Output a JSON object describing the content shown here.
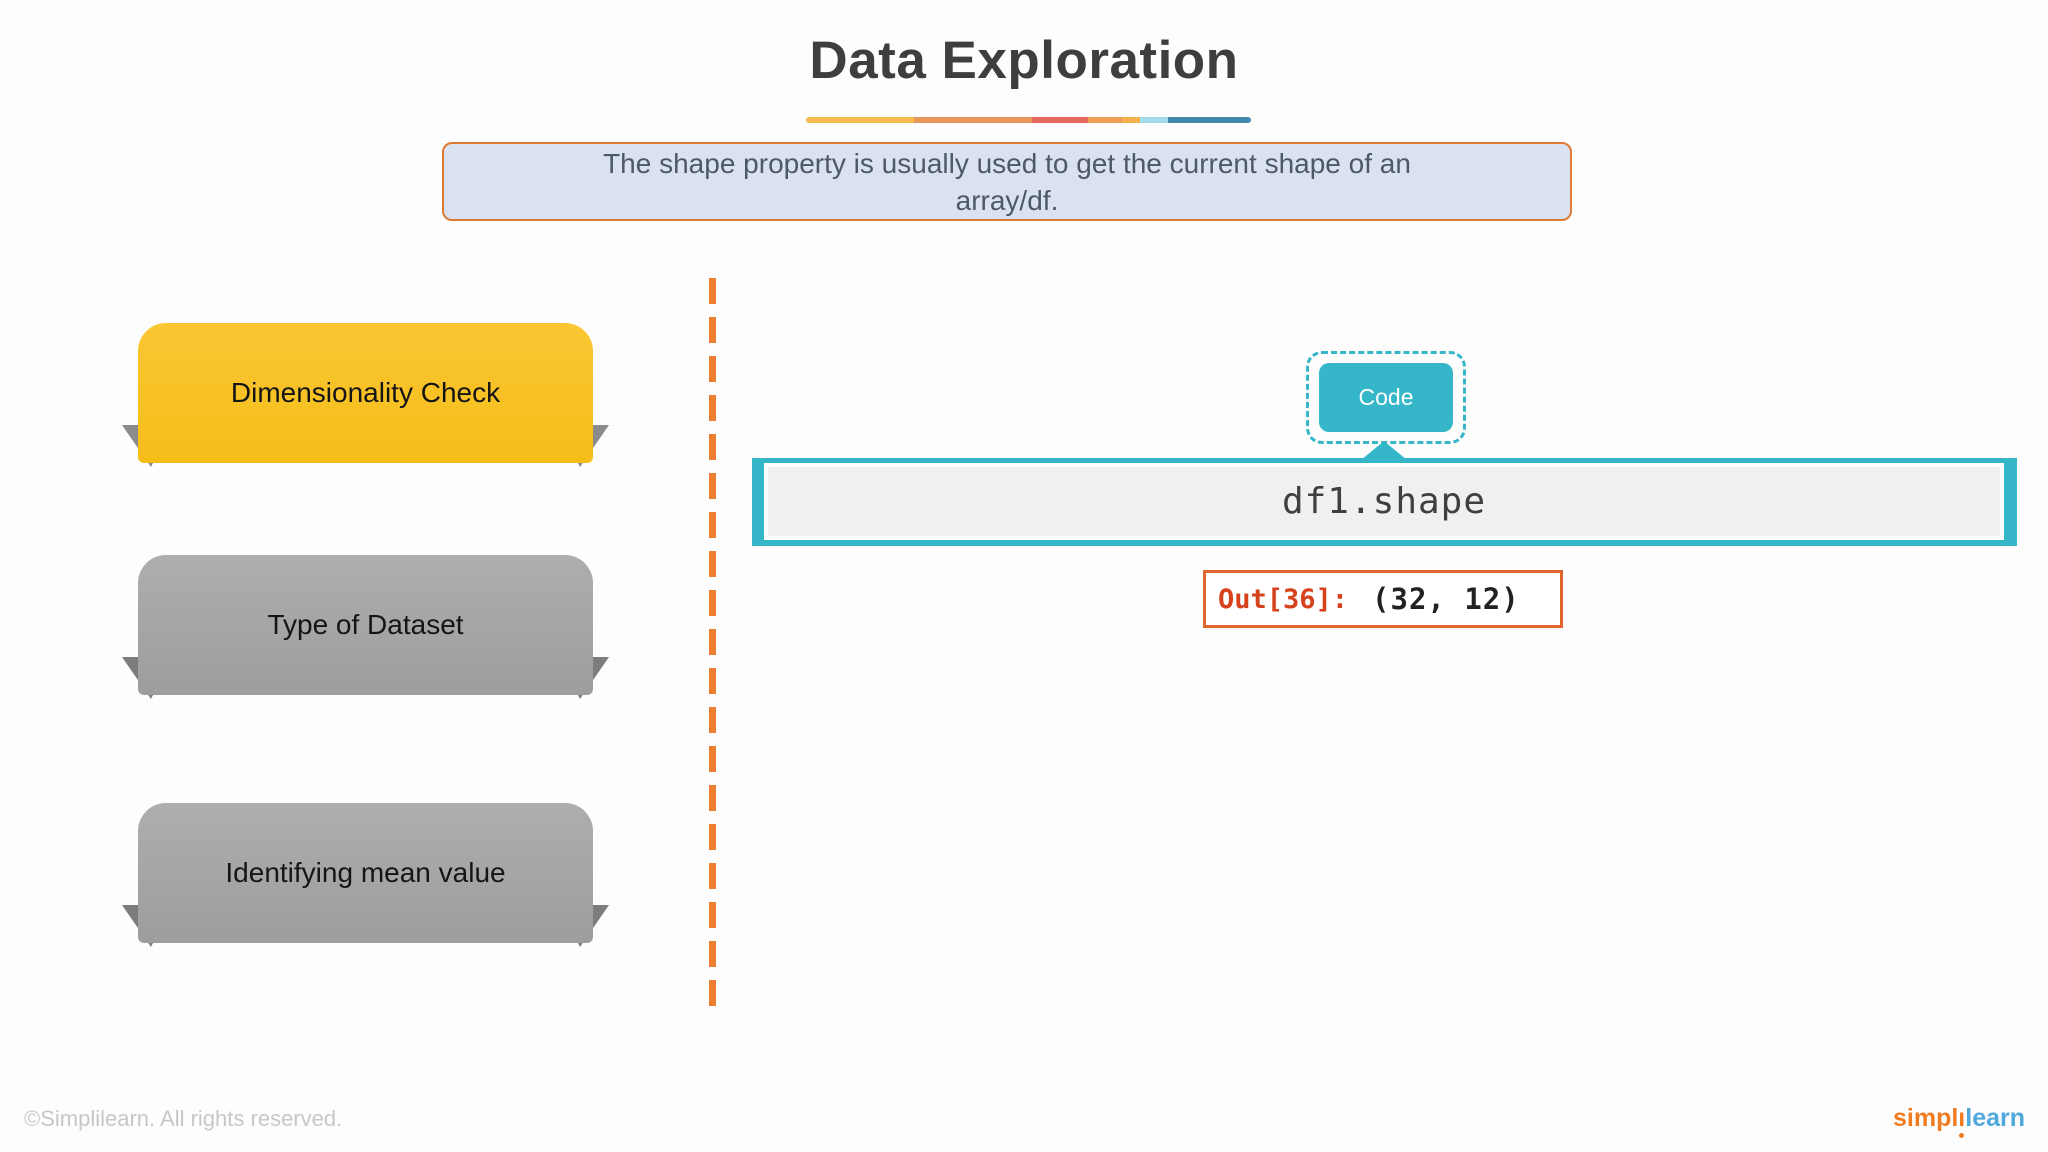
{
  "slide": {
    "title": "Data Exploration",
    "title_underline": {
      "segments": [
        {
          "width": 108,
          "color": "#F5BC4D"
        },
        {
          "width": 118,
          "color": "#E9945B"
        },
        {
          "width": 56,
          "color": "#E86A60"
        },
        {
          "width": 34,
          "color": "#EF9C55"
        },
        {
          "width": 18,
          "color": "#F3B14E"
        },
        {
          "width": 28,
          "color": "#A5DAE8"
        },
        {
          "width": 83,
          "color": "#4288AF"
        }
      ]
    },
    "subtitle": {
      "line1": "The shape property is usually used to get the current shape of an",
      "line2": "array/df."
    },
    "topics": [
      {
        "label": "Dimensionality Check",
        "state": "active"
      },
      {
        "label": "Type of Dataset",
        "state": "inactive"
      },
      {
        "label": "Identifying mean value",
        "state": "inactive"
      }
    ],
    "code_callout_label": "Code",
    "code_snippet": "df1.shape",
    "output": {
      "prompt": "Out[36]:",
      "value": "(32, 12)"
    },
    "footer": {
      "copyright": "©Simplilearn. All rights reserved.",
      "logo": {
        "part1": "simpl",
        "i": "ı",
        "part2": "learn"
      }
    }
  },
  "colors": {
    "active_topic_yellow": "#F9C32A",
    "inactive_topic_gray": "#A6A6A6",
    "topic_wing_gray": "#8B8B8B",
    "teal_accent": "#35B7C9",
    "orange_accent": "#ED7D31",
    "subtitle_bg": "#DAE2F2",
    "subtitle_border": "#DE7A33",
    "output_border": "#E0662B",
    "output_prompt_red": "#D6421C",
    "title_text": "#3E3E3E",
    "logo_orange": "#F07C22",
    "logo_blue": "#4FA8DC"
  }
}
